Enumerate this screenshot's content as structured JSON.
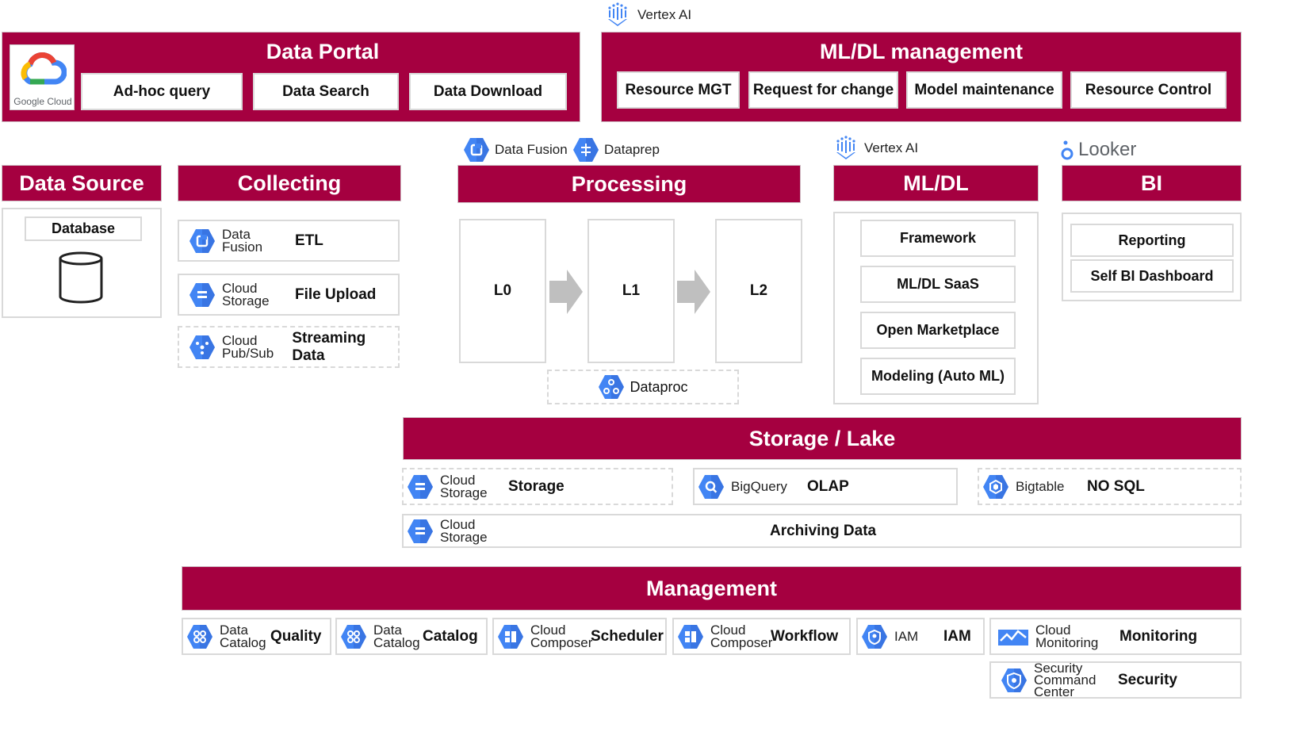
{
  "colors": {
    "brand": "#a50040",
    "gcp_blue": "#4285f4",
    "border": "#d9d9d9",
    "arrow": "#bfbfbf"
  },
  "top": {
    "vertex_label": "Vertex AI",
    "data_portal": {
      "logo_text": "Google Cloud",
      "title": "Data Portal",
      "items": [
        "Ad-hoc query",
        "Data Search",
        "Data Download"
      ]
    },
    "ml_management": {
      "title": "ML/DL management",
      "items": [
        "Resource MGT",
        "Request for change",
        "Model maintenance",
        "Resource Control"
      ]
    }
  },
  "data_source": {
    "title": "Data Source",
    "db_label": "Database"
  },
  "collecting": {
    "title": "Collecting",
    "rows": [
      {
        "svc1": "Data",
        "svc2": "Fusion",
        "role": "ETL",
        "icon": "data-fusion-icon"
      },
      {
        "svc1": "Cloud",
        "svc2": "Storage",
        "role": "File Upload",
        "icon": "cloud-storage-icon"
      },
      {
        "svc1": "Cloud",
        "svc2": "Pub/Sub",
        "role": "Streaming Data",
        "icon": "pubsub-icon"
      }
    ]
  },
  "processing": {
    "title": "Processing",
    "tool1": "Data Fusion",
    "tool2": "Dataprep",
    "levels": [
      "L0",
      "L1",
      "L2"
    ],
    "dataproc": "Dataproc"
  },
  "mldl": {
    "vertex_label": "Vertex AI",
    "title": "ML/DL",
    "items": [
      "Framework",
      "ML/DL SaaS",
      "Open Marketplace",
      "Modeling (Auto ML)"
    ]
  },
  "bi": {
    "looker": "Looker",
    "title": "BI",
    "items": [
      "Reporting",
      "Self BI Dashboard"
    ]
  },
  "storage": {
    "title": "Storage / Lake",
    "cells": [
      {
        "svc1": "Cloud",
        "svc2": "Storage",
        "role": "Storage"
      },
      {
        "svc1": "BigQuery",
        "role": "OLAP"
      },
      {
        "svc1": "Bigtable",
        "role": "NO SQL"
      }
    ],
    "archive": {
      "svc1": "Cloud",
      "svc2": "Storage",
      "role": "Archiving Data"
    }
  },
  "management": {
    "title": "Management",
    "cells": [
      {
        "svc1": "Data",
        "svc2": "Catalog",
        "role": "Quality"
      },
      {
        "svc1": "Data",
        "svc2": "Catalog",
        "role": "Catalog"
      },
      {
        "svc1": "Cloud",
        "svc2": "Composer",
        "role": "Scheduler"
      },
      {
        "svc1": "Cloud",
        "svc2": "Composer",
        "role": "Workflow"
      },
      {
        "svc1": "IAM",
        "role": "IAM"
      },
      {
        "svc1": "Cloud",
        "svc2": "Monitoring",
        "role": "Monitoring"
      }
    ],
    "security": {
      "svc1": "Security",
      "svc2": "Command",
      "svc3": "Center",
      "role": "Security"
    }
  }
}
